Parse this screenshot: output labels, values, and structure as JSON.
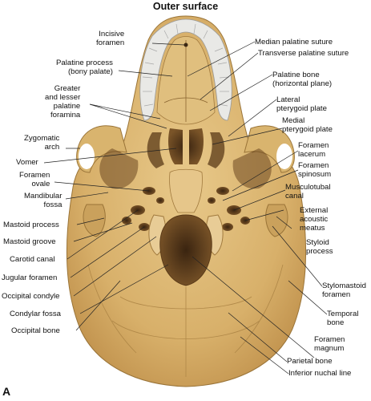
{
  "title": "Outer surface",
  "panel_letter": "A",
  "labels": {
    "incisive_foramen": "Incisive\nforamen",
    "palatine_process": "Palatine process\n(bony palate)",
    "greater_lesser_palatine": "Greater\nand lesser\npalatine\nforamina",
    "zygomatic_arch": "Zygomatic\narch",
    "vomer": "Vomer",
    "foramen_ovale": "Foramen\novale",
    "mandibular_fossa": "Mandibular\nfossa",
    "mastoid_process": "Mastoid process",
    "mastoid_groove": "Mastoid groove",
    "carotid_canal": "Carotid canal",
    "jugular_foramen": "Jugular foramen",
    "occipital_condyle": "Occipital condyle",
    "condylar_fossa": "Condylar fossa",
    "occipital_bone": "Occipital bone",
    "median_palatine_suture": "Median palatine suture",
    "transverse_palatine_suture": "Transverse palatine suture",
    "palatine_bone": "Palatine bone\n(horizontal plane)",
    "lateral_pterygoid_plate": "Lateral\npterygoid plate",
    "medial_pterygoid_plate": "Medial\npterygoid plate",
    "foramen_lacerum": "Foramen\nlacerum",
    "foramen_spinosum": "Foramen\nspinosum",
    "musculotubal_canal": "Musculotubal\ncanal",
    "external_acoustic_meatus": "External\nacoustic\nmeatus",
    "styloid_process": "Styloid\nprocess",
    "stylomastoid_foramen": "Stylomastoid\nforamen",
    "temporal_bone": "Temporal\nbone",
    "foramen_magnum": "Foramen\nmagnum",
    "parietal_bone": "Parietal bone",
    "inferior_nuchal_line": "Inferior nuchal line"
  },
  "colors": {
    "bone": "#dcb874",
    "bone_dark": "#b8904c",
    "bone_shadow": "#6e4a22",
    "teeth": "#ececec",
    "leader": "#222222",
    "text": "#111111"
  }
}
